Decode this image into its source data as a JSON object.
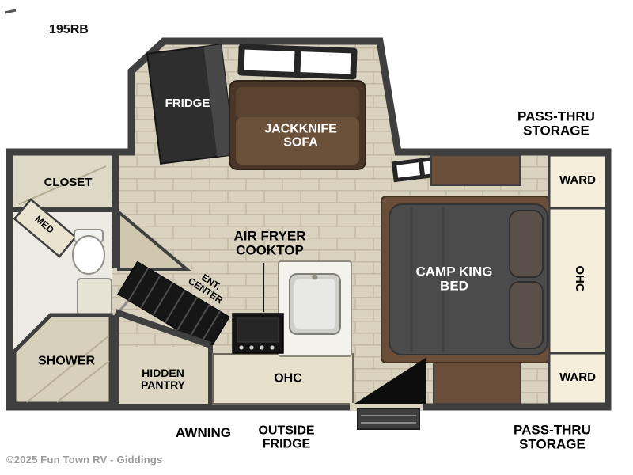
{
  "plan": {
    "model": "195RB",
    "watermark": "©2025 Fun Town RV - Giddings",
    "areas": {
      "fridge": "FRIDGE",
      "jackknife_sofa": "JACKKNIFE SOFA",
      "pass_thru_storage_top": "PASS-THRU STORAGE",
      "ward_top": "WARD",
      "ohc_side": "OHC",
      "ward_bottom": "WARD",
      "camp_king_bed": "CAMP KING BED",
      "air_fryer_cooktop": "AIR FRYER COOKTOP",
      "ent_center": "ENT. CENTER",
      "closet": "CLOSET",
      "med": "MED",
      "shower": "SHOWER",
      "hidden_pantry": "HIDDEN PANTRY",
      "ohc_bottom": "OHC",
      "awning": "AWNING",
      "outside_fridge": "OUTSIDE FRIDGE",
      "pass_thru_storage_bottom": "PASS-THRU STORAGE"
    },
    "colors": {
      "wall": "#3f3f3f",
      "floor_tile": "#d9d2bf",
      "bath_floor": "#eceae3",
      "cabinet_cream": "#f4eedb",
      "wood_brown": "#6a4e39",
      "bed_gray": "#4b4b4b",
      "sofa_brown": "#6b5139",
      "watermark_gray": "#9a9a9a"
    }
  }
}
